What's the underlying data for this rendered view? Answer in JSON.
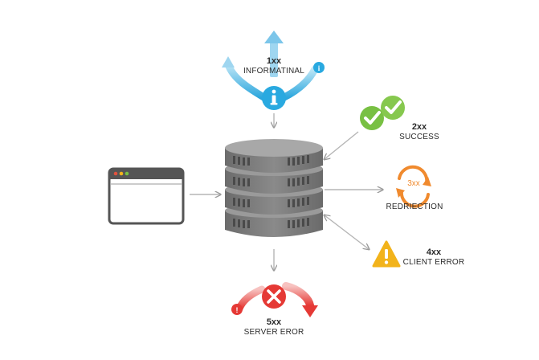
{
  "statuses": {
    "informational": {
      "code": "1xx",
      "label": "INFORMATINAL",
      "color": "#29a9e0"
    },
    "success": {
      "code": "2xx",
      "label": "SUCCESS",
      "color": "#78c043"
    },
    "redirection": {
      "code": "3xx",
      "label": "REDRIECTION",
      "color": "#f08a2e"
    },
    "client_error": {
      "code": "4xx",
      "label": "CLIENT ERROR",
      "color": "#f2b31b"
    },
    "server_error": {
      "code": "5xx",
      "label": "SERVER EROR",
      "color": "#e53935"
    }
  },
  "colors": {
    "server": "#7a7a7a",
    "connector": "#b5b5b5",
    "browser_frame": "#555555"
  },
  "icons": {
    "info": "info-icon",
    "success": "double-check-icon",
    "redirect": "circular-arrows-icon",
    "warning": "warning-icon",
    "error": "x-icon",
    "client": "browser-window-icon",
    "server": "server-stack-icon"
  }
}
